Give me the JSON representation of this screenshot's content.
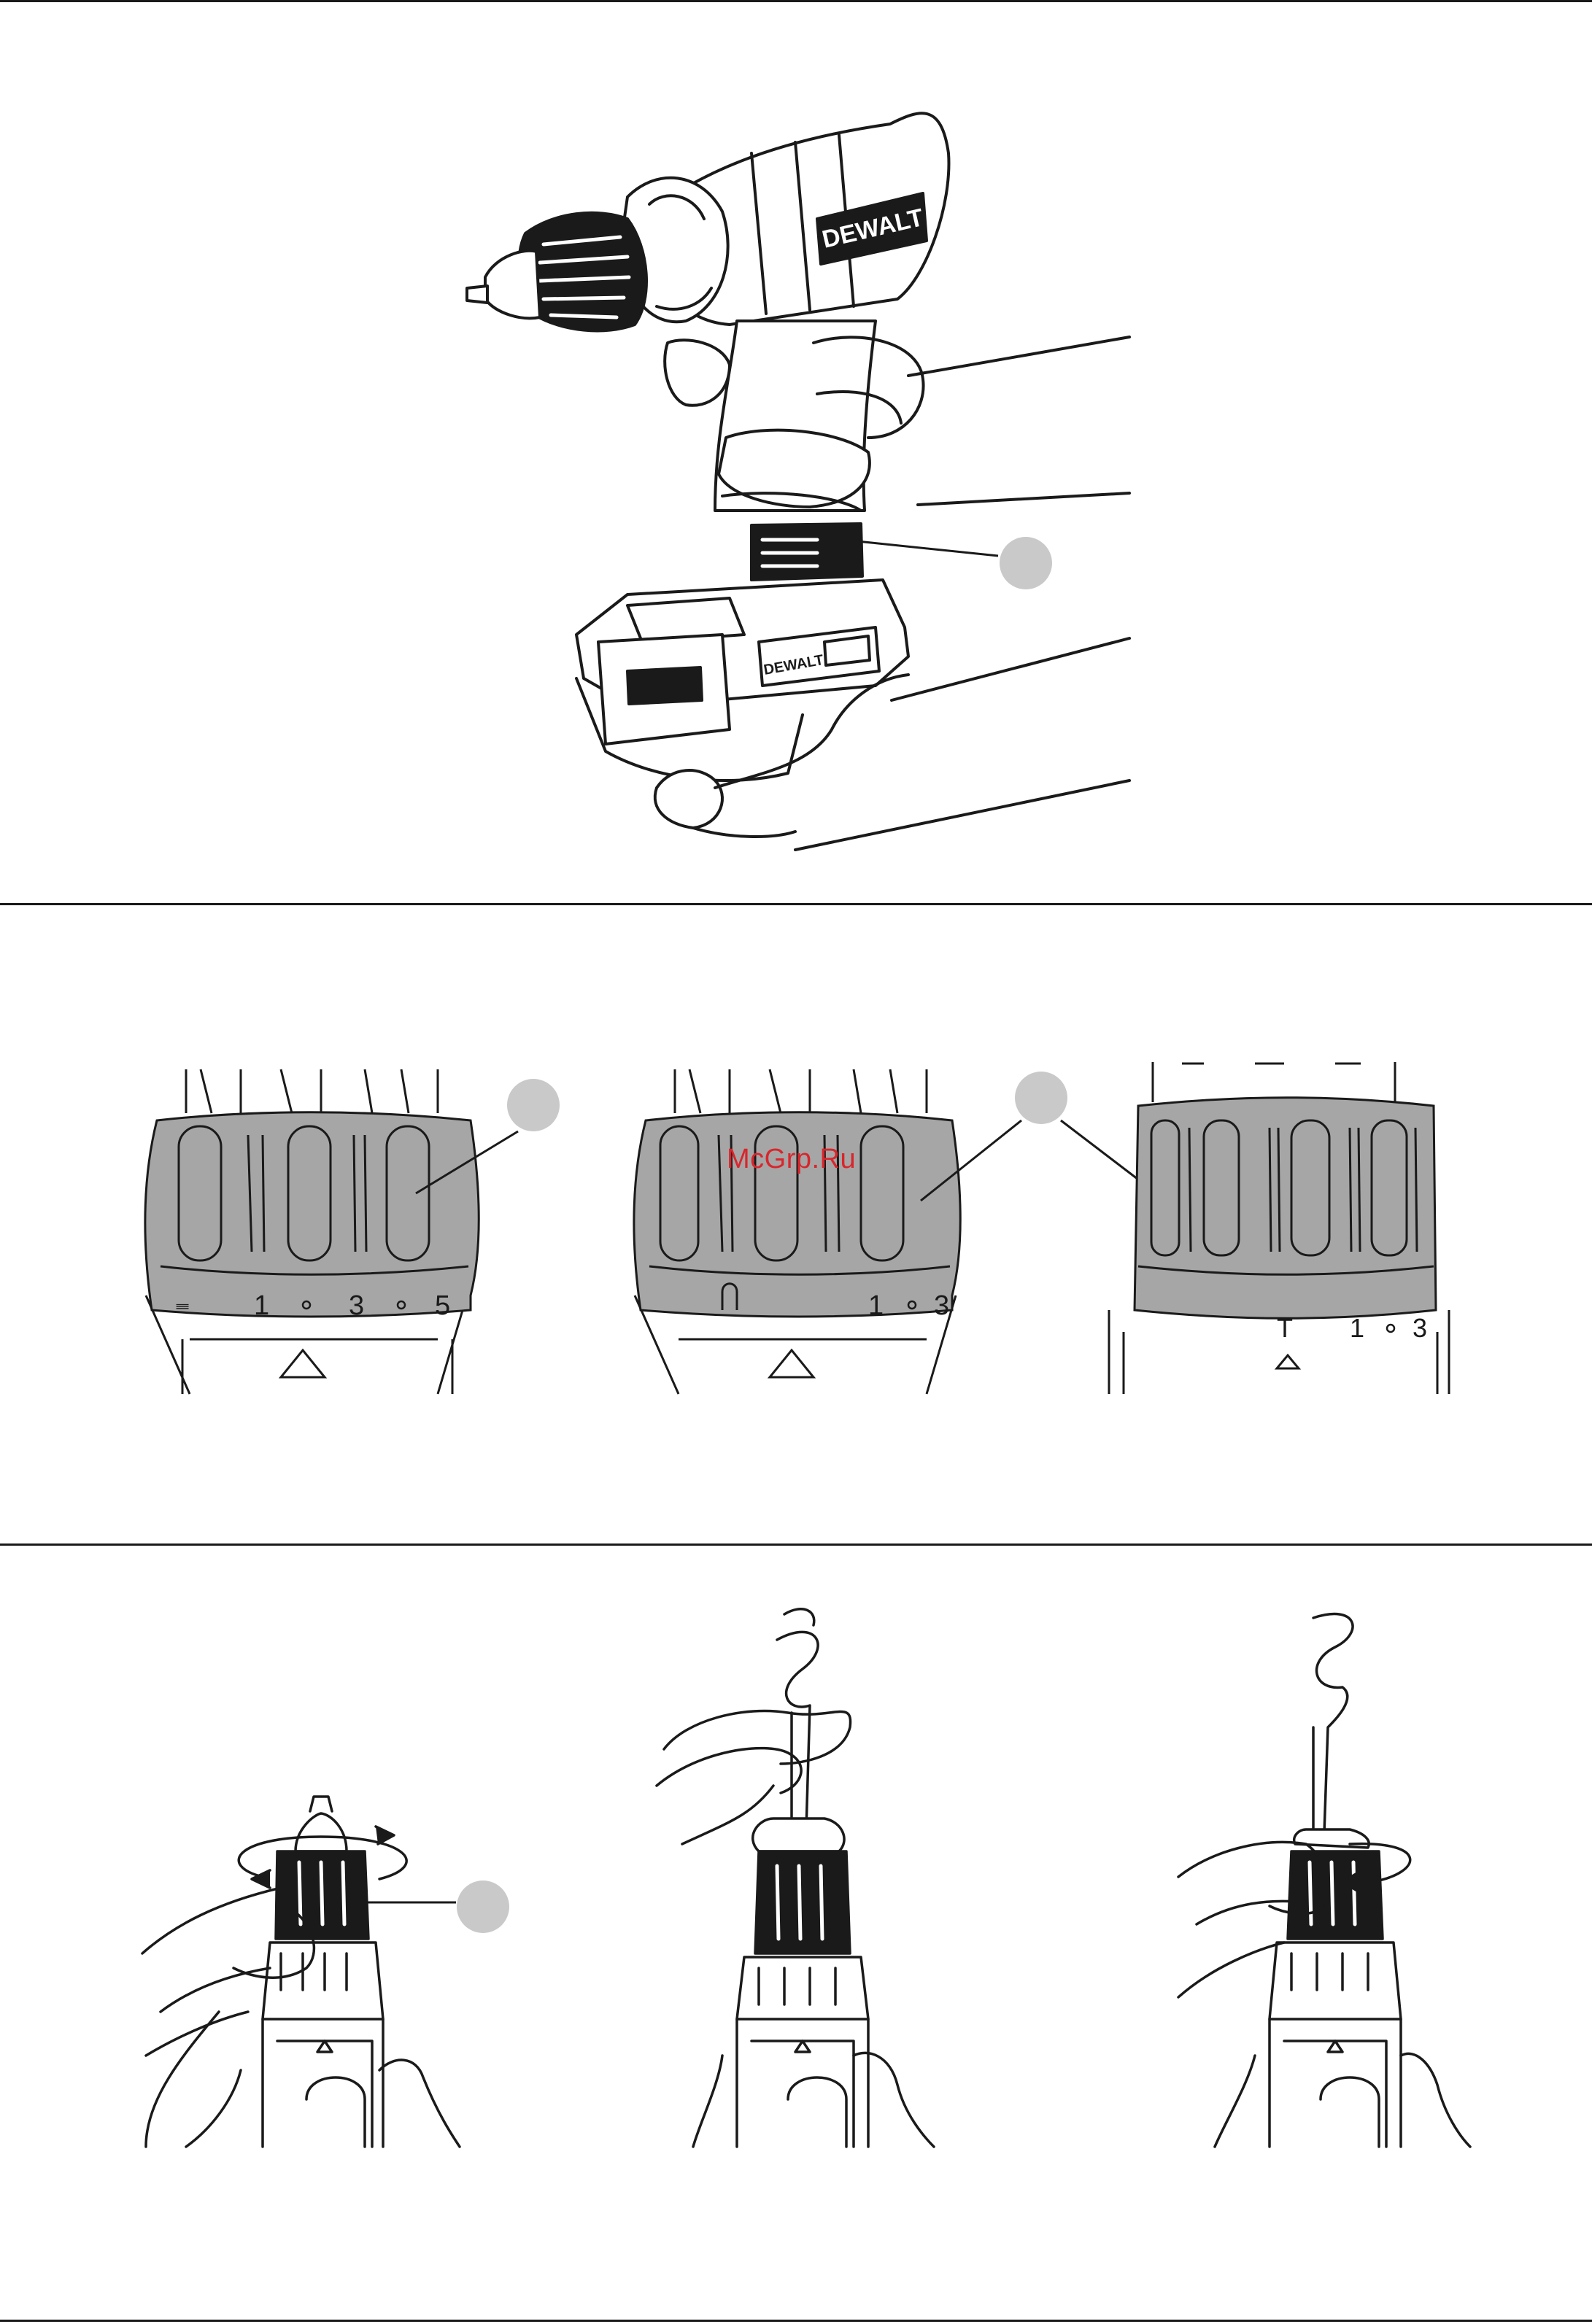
{
  "watermark": "McGrp.Ru",
  "brand_logo": "DEWALT",
  "battery_logo": "DEWALT",
  "dial_marks": {
    "a": [
      "1",
      "3",
      "5"
    ],
    "b": [
      "1",
      "3"
    ],
    "c": [
      "T",
      "1",
      "3"
    ]
  },
  "colors": {
    "line": "#1a1a1a",
    "collar_gray": "#a6a6a6",
    "callout_gray": "#c9c9c9",
    "watermark": "#d8262c"
  }
}
